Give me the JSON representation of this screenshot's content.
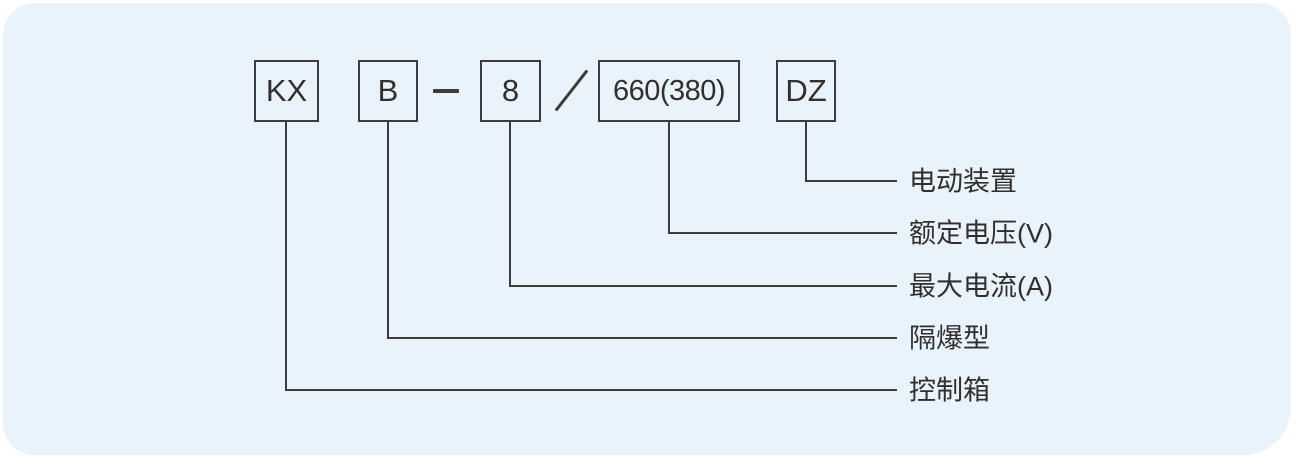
{
  "diagram": {
    "description_type": "model-designation-diagram",
    "parts": [
      {
        "code": "KX",
        "label": "控制箱"
      },
      {
        "code": "B",
        "label": "隔爆型"
      },
      {
        "code": "8",
        "label": "最大电流(A)"
      },
      {
        "code": "660(380)",
        "label": "额定电压(V)"
      },
      {
        "code": "DZ",
        "label": "电动装置"
      }
    ],
    "separators": {
      "dash": "—",
      "slash": "/"
    },
    "colors": {
      "panel_background": "#e8f3fb",
      "line": "#3f3b3a",
      "text": "#332f2e"
    }
  }
}
